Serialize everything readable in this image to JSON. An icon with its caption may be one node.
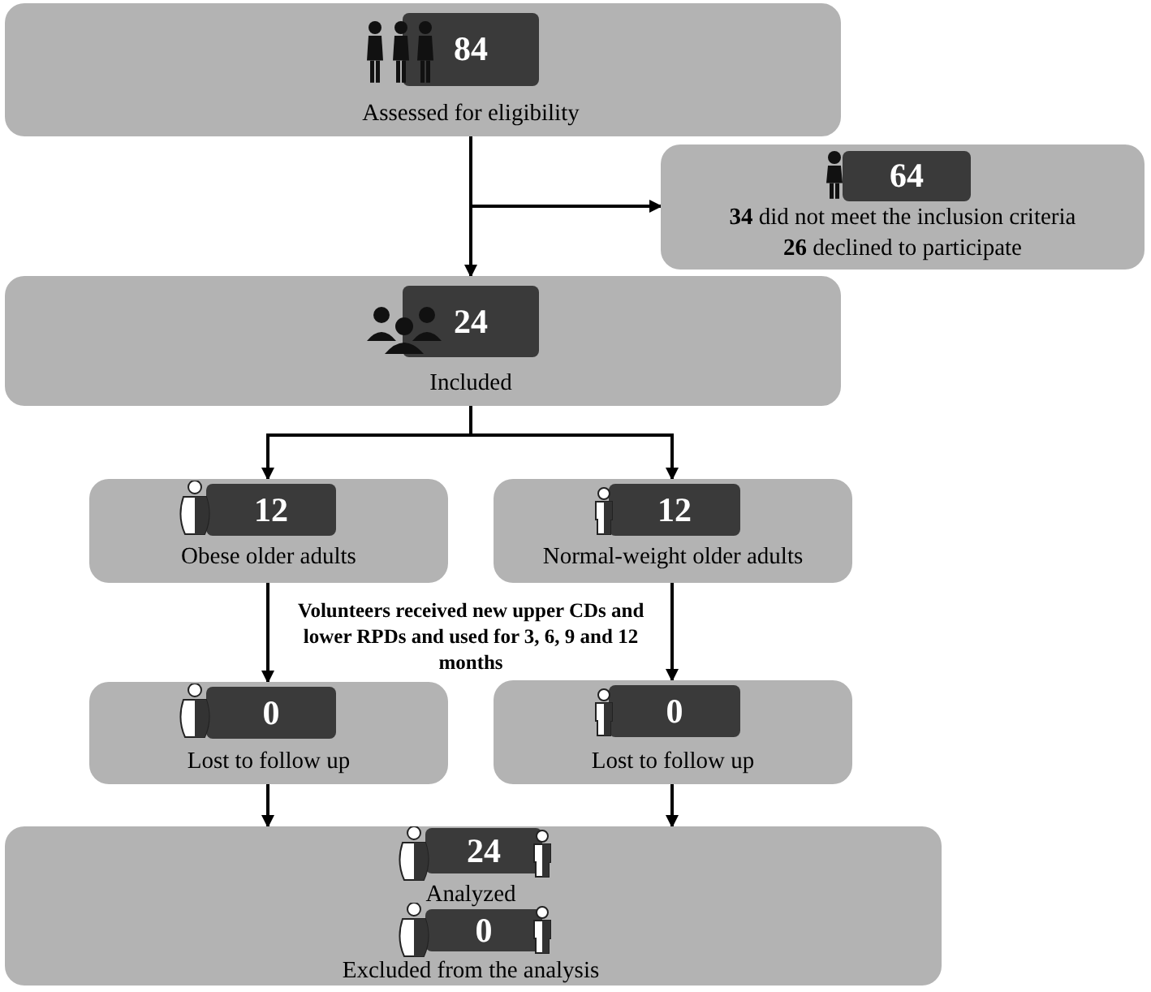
{
  "diagram": {
    "nodes": [
      {
        "text": [
          "Assessed for eligibility"
        ]
      },
      {
        "text": [
          "84"
        ],
        "in": 0
      },
      {
        "text": [
          "**34** did not meet the inclusion criteria",
          "**26** declined to participate"
        ]
      },
      {
        "text": [
          "64"
        ],
        "in": 2
      },
      {
        "text": [
          "Included"
        ]
      },
      {
        "text": [
          "24"
        ],
        "in": 4
      },
      {
        "text": [
          "Obese older adults"
        ]
      },
      {
        "text": [
          "12"
        ],
        "in": 6
      },
      {
        "text": [
          "Normal-weight older adults"
        ]
      },
      {
        "text": [
          "12"
        ],
        "in": 8
      },
      {
        "text": [
          "Lost to follow up"
        ]
      },
      {
        "text": [
          "0"
        ],
        "in": 10
      },
      {
        "text": [
          "Lost to follow up"
        ]
      },
      {
        "text": [
          "0"
        ],
        "in": 12
      },
      {
        "text": [
          "Analyzed",
          "Excluded from the analysis"
        ]
      },
      {
        "text": [
          "24"
        ],
        "in": 14
      },
      {
        "text": [
          "0"
        ],
        "in": 14
      }
    ],
    "edges": [
      {
        "from": 0,
        "to": 4,
        "arrow": "to"
      },
      {
        "from": 0,
        "to": 2,
        "arrow": "to"
      },
      {
        "from": 4,
        "to": 6,
        "arrow": "to"
      },
      {
        "from": 4,
        "to": 8,
        "arrow": "to"
      },
      {
        "from": 6,
        "to": 10,
        "arrow": "to"
      },
      {
        "from": 8,
        "to": 12,
        "arrow": "to"
      },
      {
        "from": 10,
        "to": 14,
        "arrow": "to"
      },
      {
        "from": 12,
        "to": 14,
        "arrow": "to"
      }
    ],
    "labels": [
      "Volunteers received new upper CDs and lower RPDs and used for 3, 6, 9 and 12 months"
    ]
  }
}
